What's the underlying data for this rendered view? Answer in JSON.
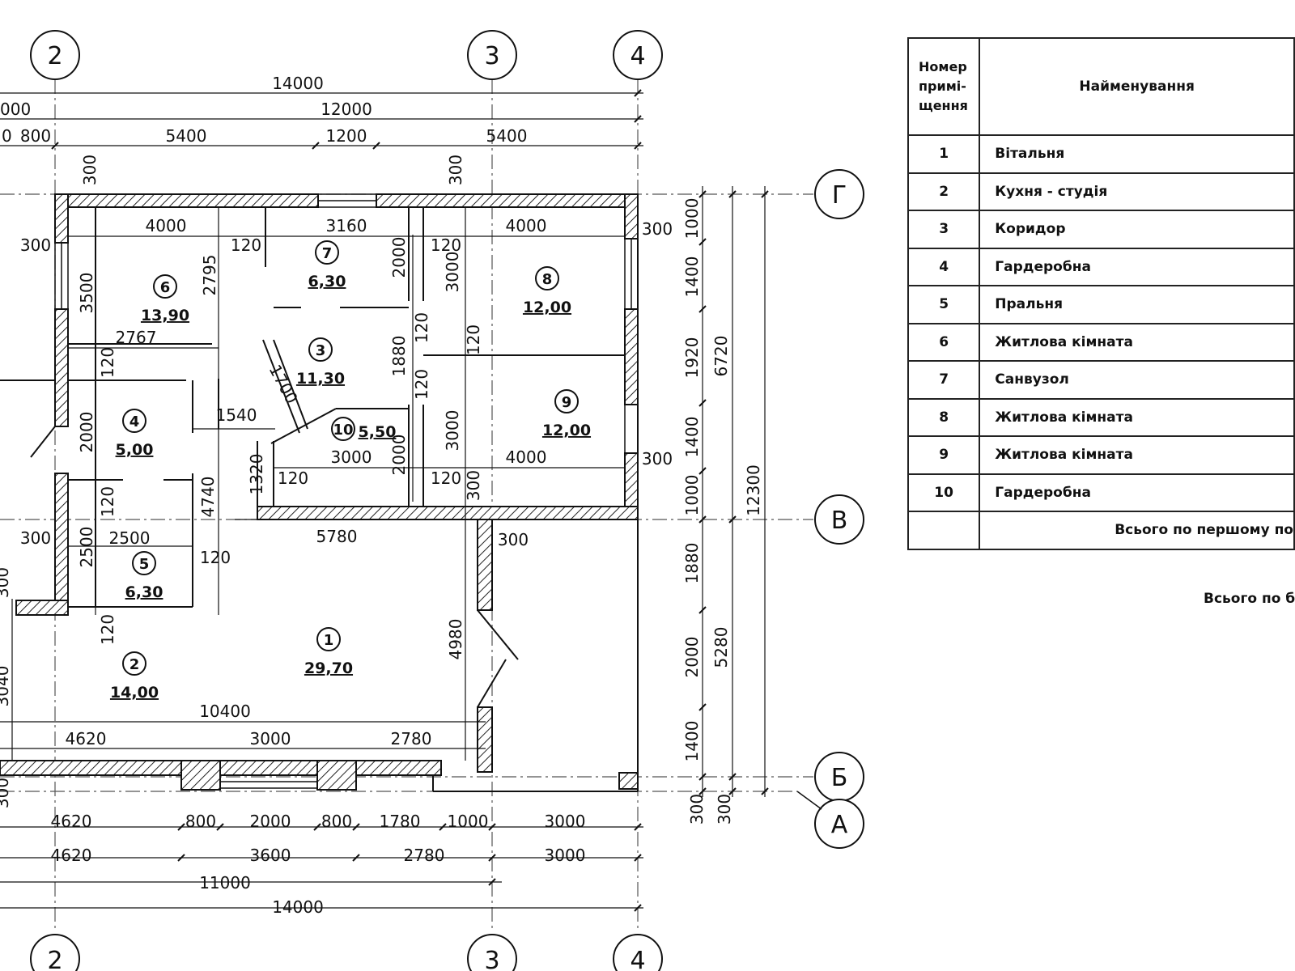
{
  "axes": {
    "a2": "2",
    "a3": "3",
    "a4": "4",
    "aG": "Г",
    "aV": "В",
    "aB": "Б",
    "aA": "А"
  },
  "dims": {
    "top1": "14000",
    "top2a": "000",
    "top2b": "12000",
    "top3a": "0",
    "top3b": "800",
    "top3c": "5400",
    "top3d": "1200",
    "top3e": "5400",
    "bot1a": "4620",
    "bot1b": "800",
    "bot1c": "2000",
    "bot1d": "800",
    "bot1e": "1780",
    "bot1f": "1000",
    "bot1g": "3000",
    "bot2a": "4620",
    "bot2b": "3600",
    "bot2c": "2780",
    "bot2d": "3000",
    "bot3": "11000",
    "bot4": "14000",
    "r1": "1000",
    "r2": "1400",
    "r3": "1920",
    "r4": "1400",
    "r5": "1000",
    "r6": "1880",
    "r7": "2000",
    "r8": "1400",
    "r9a": "300",
    "r9b": "300",
    "rm1": "6720",
    "rm2": "5280",
    "rall": "12300",
    "i_4000a": "4000",
    "i_3160": "3160",
    "i_4000b": "4000",
    "i_300a": "300",
    "i_300b": "300",
    "i_300c": "300",
    "i_300d": "300",
    "i_300e": "300",
    "i_300f": "300",
    "i_300g": "300",
    "i_120a": "120",
    "i_120b": "120",
    "i_120c": "120",
    "i_120d": "120",
    "i_120e": "120",
    "i_120f": "120",
    "i_120g": "120",
    "i_120h": "120",
    "i_120i": "120",
    "i_120j": "120",
    "i_120k": "120",
    "i_3500": "3500",
    "i_2795": "2795",
    "i_2767": "2767",
    "i_2000a": "2000",
    "i_3000a": "3000",
    "i_1880": "1880",
    "i_1700": "1700",
    "i_1540": "1540",
    "i_2000b": "2000",
    "i_3000b": "3000",
    "i_2000c": "2000",
    "i_3000c": "3000",
    "i_4000c": "4000",
    "i_1320": "1320",
    "i_4740": "4740",
    "i_2500a": "2500",
    "i_2500b": "2500",
    "i_5780": "5780",
    "i_4980": "4980",
    "i_10400": "10400",
    "i_4620": "4620",
    "i_3000d": "3000",
    "i_2780": "2780",
    "i_3040": "3040",
    "i_300h": "300",
    "i_300i": "300",
    "i_300j": "300"
  },
  "rooms": [
    {
      "num": "1",
      "area": "29,70"
    },
    {
      "num": "2",
      "area": "14,00"
    },
    {
      "num": "3",
      "area": "11,30"
    },
    {
      "num": "4",
      "area": "5,00"
    },
    {
      "num": "5",
      "area": "6,30"
    },
    {
      "num": "6",
      "area": "13,90"
    },
    {
      "num": "7",
      "area": "6,30"
    },
    {
      "num": "8",
      "area": "12,00"
    },
    {
      "num": "9",
      "area": "12,00"
    },
    {
      "num": "10",
      "area": "5,50"
    }
  ],
  "schedule": {
    "header_num": [
      "Номер",
      "примі-",
      "щення"
    ],
    "header_name": "Найменування",
    "rows": [
      {
        "num": "1",
        "name": "Вітальня"
      },
      {
        "num": "2",
        "name": "Кухня - студія"
      },
      {
        "num": "3",
        "name": "Коридор"
      },
      {
        "num": "4",
        "name": "Гардеробна"
      },
      {
        "num": "5",
        "name": "Пральня"
      },
      {
        "num": "6",
        "name": "Житлова кімната"
      },
      {
        "num": "7",
        "name": "Санвузол"
      },
      {
        "num": "8",
        "name": "Житлова кімната"
      },
      {
        "num": "9",
        "name": "Житлова кімната"
      },
      {
        "num": "10",
        "name": "Гардеробна"
      }
    ],
    "total_first": "Всього по першому по",
    "grand_total": "Всього по б"
  }
}
